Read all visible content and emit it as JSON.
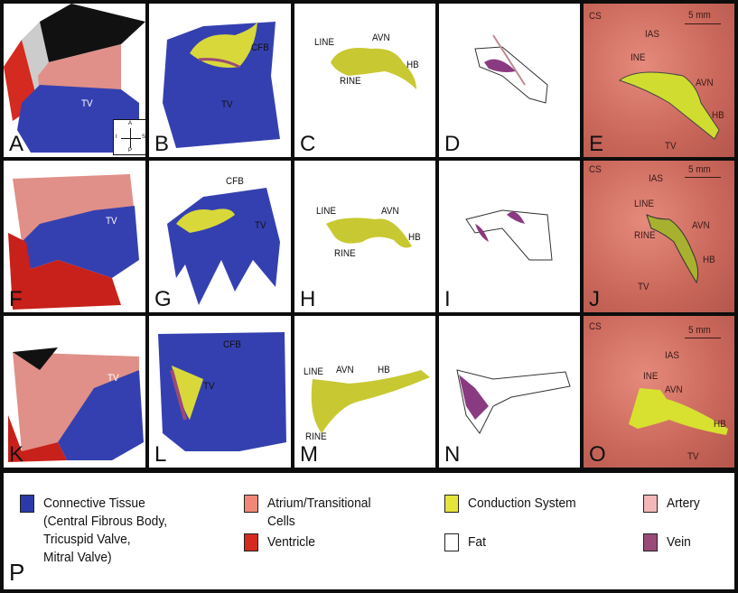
{
  "panels": {
    "A": {
      "letter": "A",
      "labels": [
        "TV"
      ],
      "compass": {
        "a": "A",
        "p": "P",
        "i": "I",
        "s": "S"
      }
    },
    "B": {
      "letter": "B",
      "labels": [
        "CFB",
        "TV"
      ]
    },
    "C": {
      "letter": "C",
      "labels": [
        "LINE",
        "AVN",
        "HB",
        "RINE"
      ]
    },
    "D": {
      "letter": "D"
    },
    "E": {
      "letter": "E",
      "labels": [
        "CS",
        "5 mm",
        "IAS",
        "INE",
        "AVN",
        "HB",
        "TV"
      ]
    },
    "F": {
      "letter": "F",
      "labels": [
        "TV"
      ]
    },
    "G": {
      "letter": "G",
      "labels": [
        "CFB",
        "TV"
      ]
    },
    "H": {
      "letter": "H",
      "labels": [
        "LINE",
        "AVN",
        "HB",
        "RINE"
      ]
    },
    "I": {
      "letter": "I"
    },
    "J": {
      "letter": "J",
      "labels": [
        "CS",
        "5 mm",
        "IAS",
        "LINE",
        "AVN",
        "RINE",
        "HB",
        "TV"
      ]
    },
    "K": {
      "letter": "K",
      "labels": [
        "TV"
      ]
    },
    "L": {
      "letter": "L",
      "labels": [
        "CFB",
        "TV"
      ]
    },
    "M": {
      "letter": "M",
      "labels": [
        "LINE",
        "AVN",
        "HB",
        "RINE"
      ]
    },
    "N": {
      "letter": "N"
    },
    "O": {
      "letter": "O",
      "labels": [
        "CS",
        "5 mm",
        "IAS",
        "INE",
        "AVN",
        "HB",
        "TV"
      ]
    }
  },
  "legend": {
    "letter": "P",
    "items": [
      {
        "label": "Connective Tissue\n(Central Fibrous Body,\nTricuspid Valve,\nMitral Valve)",
        "color": "#2b3aa8"
      },
      {
        "label": "Atrium/Transitional\nCells",
        "color": "#f08878"
      },
      {
        "label": "Ventricle",
        "color": "#d42a20"
      },
      {
        "label": "Conduction System",
        "color": "#e4e43a"
      },
      {
        "label": "Fat",
        "color": "#ffffff"
      },
      {
        "label": "Artery",
        "color": "#f2b8b8"
      },
      {
        "label": "Vein",
        "color": "#9a4a78"
      }
    ]
  }
}
